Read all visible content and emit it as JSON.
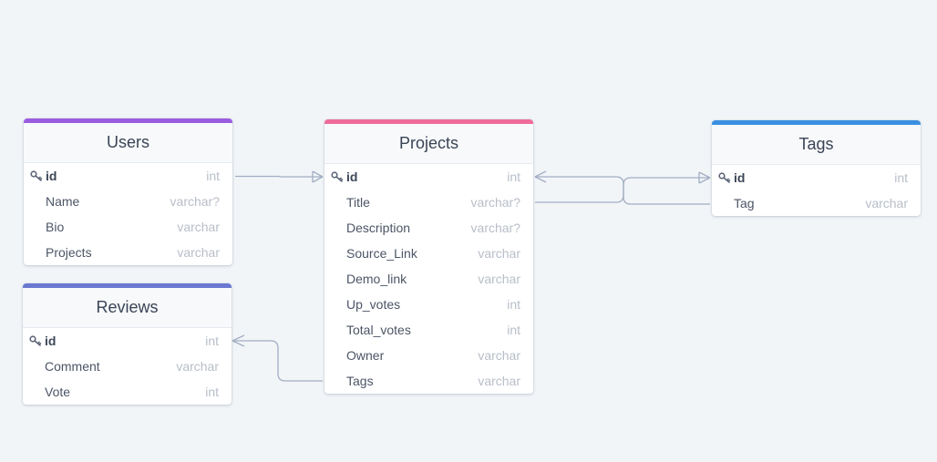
{
  "colors": {
    "background": "#f1f5f8",
    "connector": "#a3aec3",
    "users_accent": "#9b5de0",
    "projects_accent": "#ef6b9a",
    "tags_accent": "#3b8fe0",
    "reviews_accent": "#6a78d1"
  },
  "tables": {
    "users": {
      "title": "Users",
      "fields": [
        {
          "name": "id",
          "type": "int",
          "pk": true
        },
        {
          "name": "Name",
          "type": "varchar?"
        },
        {
          "name": "Bio",
          "type": "varchar"
        },
        {
          "name": "Projects",
          "type": "varchar"
        }
      ]
    },
    "projects": {
      "title": "Projects",
      "fields": [
        {
          "name": "id",
          "type": "int",
          "pk": true
        },
        {
          "name": "Title",
          "type": "varchar?"
        },
        {
          "name": "Description",
          "type": "varchar?"
        },
        {
          "name": "Source_Link",
          "type": "varchar"
        },
        {
          "name": "Demo_link",
          "type": "varchar"
        },
        {
          "name": "Up_votes",
          "type": "int"
        },
        {
          "name": "Total_votes",
          "type": "int"
        },
        {
          "name": "Owner",
          "type": "varchar"
        },
        {
          "name": "Tags",
          "type": "varchar"
        }
      ]
    },
    "tags": {
      "title": "Tags",
      "fields": [
        {
          "name": "id",
          "type": "int",
          "pk": true
        },
        {
          "name": "Tag",
          "type": "varchar"
        }
      ]
    },
    "reviews": {
      "title": "Reviews",
      "fields": [
        {
          "name": "id",
          "type": "int",
          "pk": true
        },
        {
          "name": "Comment",
          "type": "varchar"
        },
        {
          "name": "Vote",
          "type": "int"
        }
      ]
    }
  },
  "relations": [
    {
      "from": "users.id",
      "to": "projects.id",
      "cardinality": "one-to-many"
    },
    {
      "from": "projects.id",
      "to": "tags.Tag",
      "cardinality": "many-to-one"
    },
    {
      "from": "projects.Title",
      "to": "tags.id",
      "cardinality": "one-to-many"
    },
    {
      "from": "projects.Tags",
      "to": "reviews.id",
      "cardinality": "one-to-many"
    }
  ]
}
